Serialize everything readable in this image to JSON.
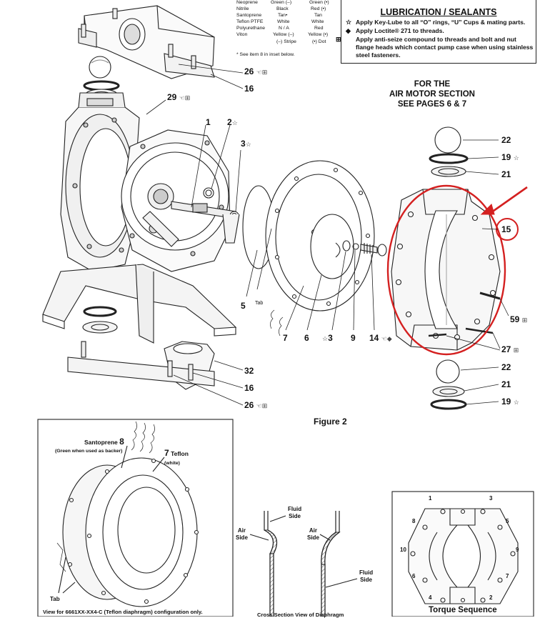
{
  "color_table": {
    "rows": [
      {
        "material": "Neoprene",
        "color1": "Green (–)",
        "color2": "Green (•)"
      },
      {
        "material": "Nitrile",
        "color1": "Black",
        "color2": "Red (•)"
      },
      {
        "material": "Santoprene",
        "color1": "Tan•",
        "color2": "Tan"
      },
      {
        "material": "Teflon PTFE",
        "color1": "White",
        "color2": "White"
      },
      {
        "material": "Polyurethane",
        "color1": "N / A",
        "color2": "Red"
      },
      {
        "material": "Viton",
        "color1": "Yellow (–)",
        "color2": "Yellow (•)"
      }
    ],
    "key1": "(–) Stripe",
    "key2": "(•) Dot",
    "footnote": "* See item 8 in inset below."
  },
  "lubrication": {
    "title": "LUBRICATION / SEALANTS",
    "items": [
      {
        "symbol": "☆",
        "text": "Apply Key-Lube to all “O” rings, “U” Cups & mating parts."
      },
      {
        "symbol": "◆",
        "text": "Apply Loctite® 271 to threads."
      },
      {
        "symbol": "⊞",
        "text": "Apply anti-seize compound to threads and bolt and nut flange heads which contact pump case when using stainless steel fasteners."
      }
    ]
  },
  "air_motor_note": {
    "line1": "FOR THE",
    "line2": "AIR MOTOR SECTION",
    "line3": "SEE PAGES 6 & 7"
  },
  "callouts": {
    "c26_top": "26",
    "c16_top": "16",
    "c29": "29",
    "c1": "1",
    "c2": "2",
    "c3_top": "3",
    "c22_top": "22",
    "c19_top": "19",
    "c21_top": "21",
    "c15": "15",
    "c5": "5",
    "tab": "Tab",
    "c7": "7",
    "c6": "6",
    "c3_bot": "3",
    "c9": "9",
    "c14": "14",
    "c59": "59",
    "c27": "27",
    "c32": "32",
    "c16_bot": "16",
    "c26_bot": "26",
    "c22_bot": "22",
    "c21_bot": "21",
    "c19_bot": "19"
  },
  "figure_label": "Figure 2",
  "inset_diaphragm": {
    "santoprene_label": "Santoprene",
    "santoprene_num": "8",
    "santoprene_note": "(Green when used as backer)",
    "teflon_num": "7",
    "teflon_label": "Teflon",
    "teflon_note": "(white)",
    "tab": "Tab",
    "caption": "View for 6661XX-XX4-C (Teflon diaphragm) configuration only."
  },
  "cross_section": {
    "fluid_side_1": "Fluid",
    "fluid_side_1b": "Side",
    "air_side_1": "Air",
    "air_side_1b": "Side",
    "air_side_2": "Air",
    "air_side_2b": "Side",
    "fluid_side_2": "Fluid",
    "fluid_side_2b": "Side",
    "caption": "Cross Section View of Diaphragm"
  },
  "torque_sequence": {
    "title": "Torque Sequence",
    "numbers": [
      "1",
      "3",
      "8",
      "5",
      "10",
      "9",
      "6",
      "7",
      "4",
      "2"
    ]
  }
}
